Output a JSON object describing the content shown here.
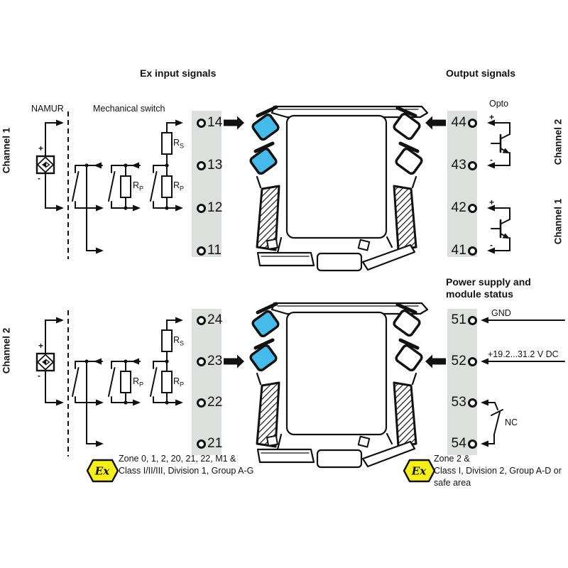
{
  "headings": {
    "ex_input_signals": "Ex input signals",
    "output_signals": "Output signals",
    "power_line1": "Power supply and",
    "power_line2": "module status"
  },
  "labels": {
    "namur": "NAMUR",
    "mechanical_switch": "Mechanical switch",
    "channel_1": "Channel 1",
    "channel_2": "Channel 2",
    "opto": "Opto",
    "gnd": "GND",
    "supply_voltage": "+19.2...31.2 V DC",
    "nc": "NC",
    "plus": "+",
    "minus": "-",
    "r": "R",
    "sub_s": "S",
    "sub_p": "P"
  },
  "terminals": {
    "input_ch1": [
      "14",
      "13",
      "12",
      "11"
    ],
    "input_ch2": [
      "24",
      "23",
      "22",
      "21"
    ],
    "output": [
      "44",
      "43",
      "42",
      "41"
    ],
    "power": [
      "51",
      "52",
      "53",
      "54"
    ]
  },
  "ex_markings": {
    "icon_label": "Ex",
    "hazardous": {
      "line1": "Zone 0, 1, 2, 20, 21, 22, M1 &",
      "line2": "Class I/II/III, Division 1, Group A-G"
    },
    "safe": {
      "line1": "Zone 2 &",
      "line2": "Class I, Division 2, Group A-D or",
      "line3": "safe area"
    }
  },
  "colors": {
    "strip_gray": "#dce0dd",
    "clamp_blue": "#45bbeb",
    "ex_yellow": "#f7ef1a"
  }
}
